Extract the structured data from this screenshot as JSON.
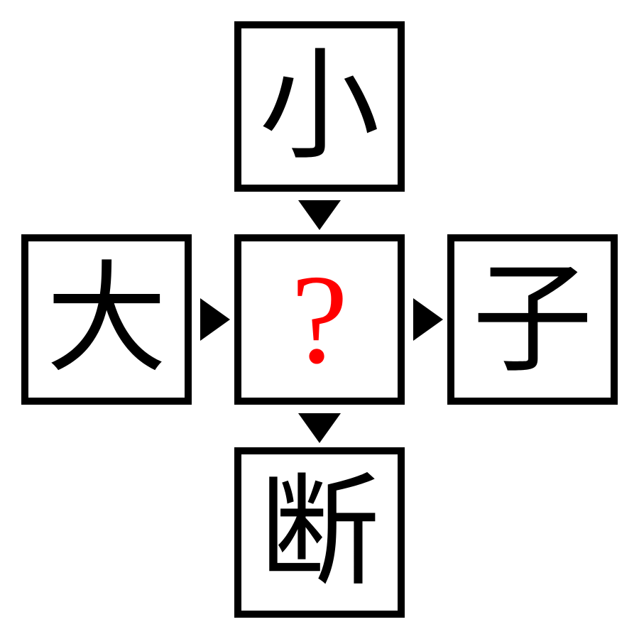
{
  "puzzle": {
    "top": "小",
    "left": "大",
    "center": "?",
    "right": "子",
    "bottom": "断"
  },
  "colors": {
    "question_mark": "#ff0000",
    "border": "#000000"
  },
  "icons": {
    "arrow_down": "triangle-down-icon",
    "arrow_right": "triangle-right-icon"
  }
}
